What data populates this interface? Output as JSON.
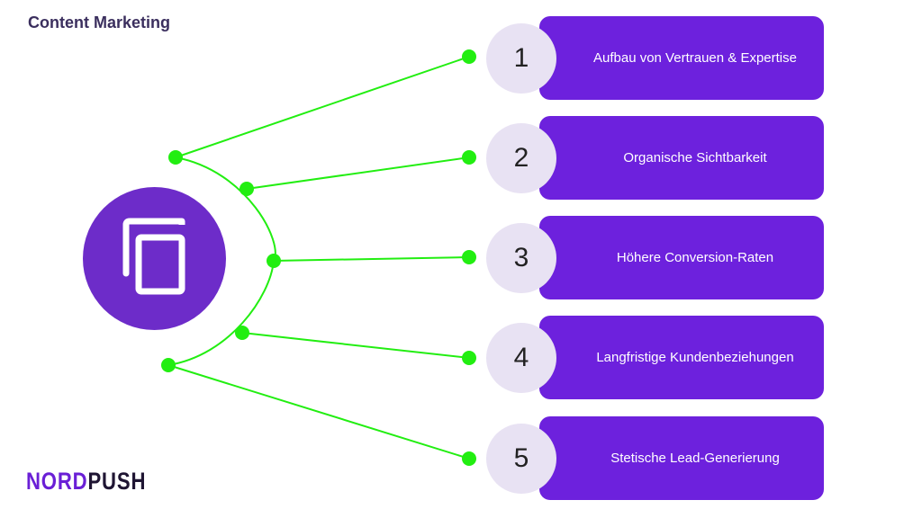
{
  "title": "Content Marketing",
  "hub": {
    "icon": "copy-documents-icon"
  },
  "items": [
    {
      "number": "1",
      "label": "Aufbau von Vertrauen & Expertise"
    },
    {
      "number": "2",
      "label": "Organische Sichtbarkeit"
    },
    {
      "number": "3",
      "label": "Höhere Conversion-Raten"
    },
    {
      "number": "4",
      "label": "Langfristige Kundenbeziehungen"
    },
    {
      "number": "5",
      "label": "Stetische Lead-Generierung"
    }
  ],
  "logo": {
    "part1": "NORD",
    "part2": "PUSH"
  },
  "colors": {
    "accent_purple": "#6d21dd",
    "hub_purple": "#6d2cc9",
    "number_circle": "#e8e2f3",
    "connector_green": "#22ee11",
    "title_text": "#3b2f5e"
  }
}
